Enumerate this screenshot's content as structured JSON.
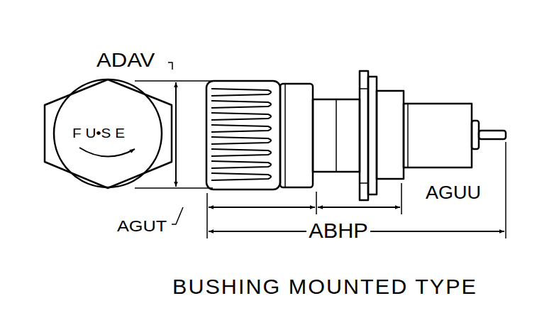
{
  "diagram": {
    "caption": "BUSHING MOUNTED TYPE",
    "labels": [
      "ADAV",
      "F U•S E",
      "AGUT",
      "ABHP",
      "AGUU"
    ]
  }
}
